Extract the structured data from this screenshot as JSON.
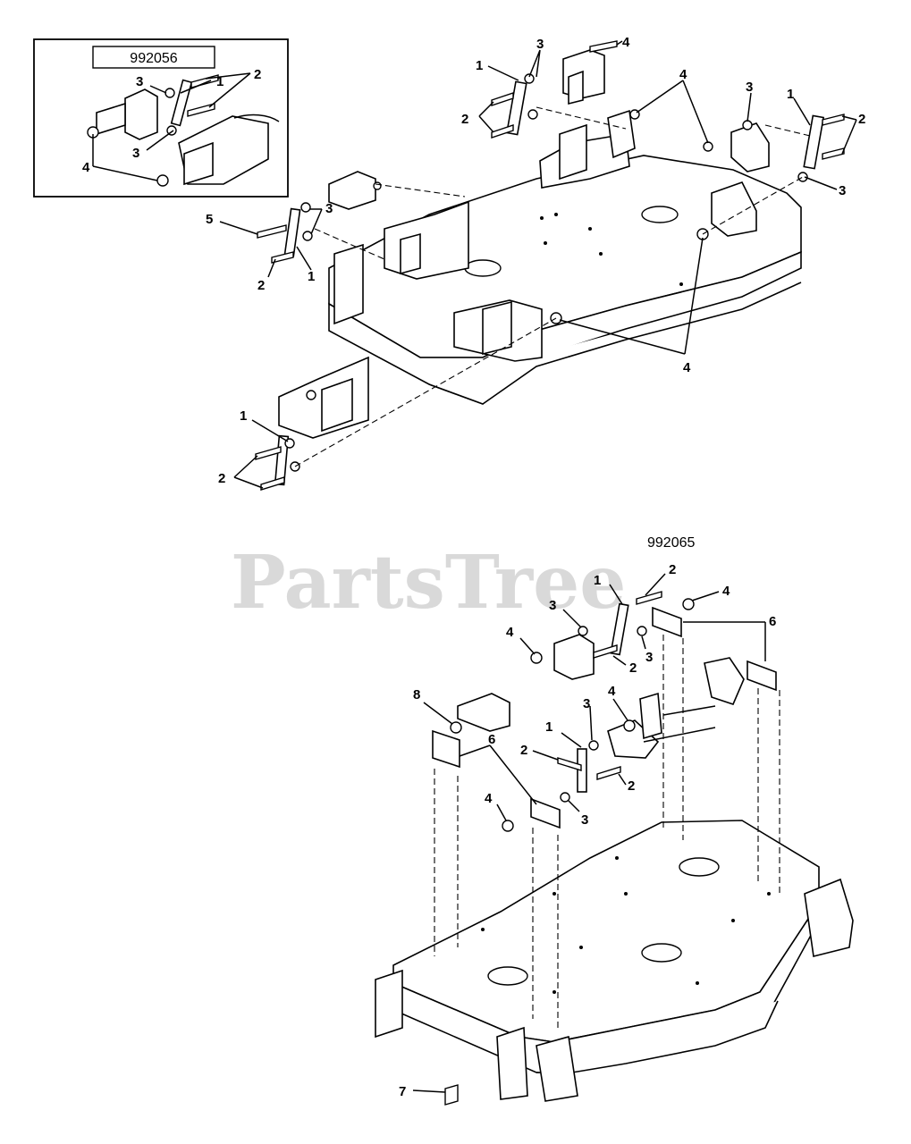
{
  "watermark": "PartsTree",
  "inset": {
    "ref_number": "992056",
    "callouts": [
      "1",
      "2",
      "3",
      "3",
      "4"
    ]
  },
  "upper_assembly": {
    "callouts": [
      "1",
      "2",
      "3",
      "4",
      "4",
      "3",
      "1",
      "2",
      "3",
      "5",
      "3",
      "2",
      "1",
      "4",
      "1",
      "2"
    ]
  },
  "lower_assembly": {
    "ref_number": "992065",
    "callouts": [
      "1",
      "2",
      "4",
      "6",
      "3",
      "4",
      "2",
      "3",
      "8",
      "6",
      "1",
      "3",
      "4",
      "2",
      "2",
      "4",
      "3",
      "7"
    ]
  }
}
